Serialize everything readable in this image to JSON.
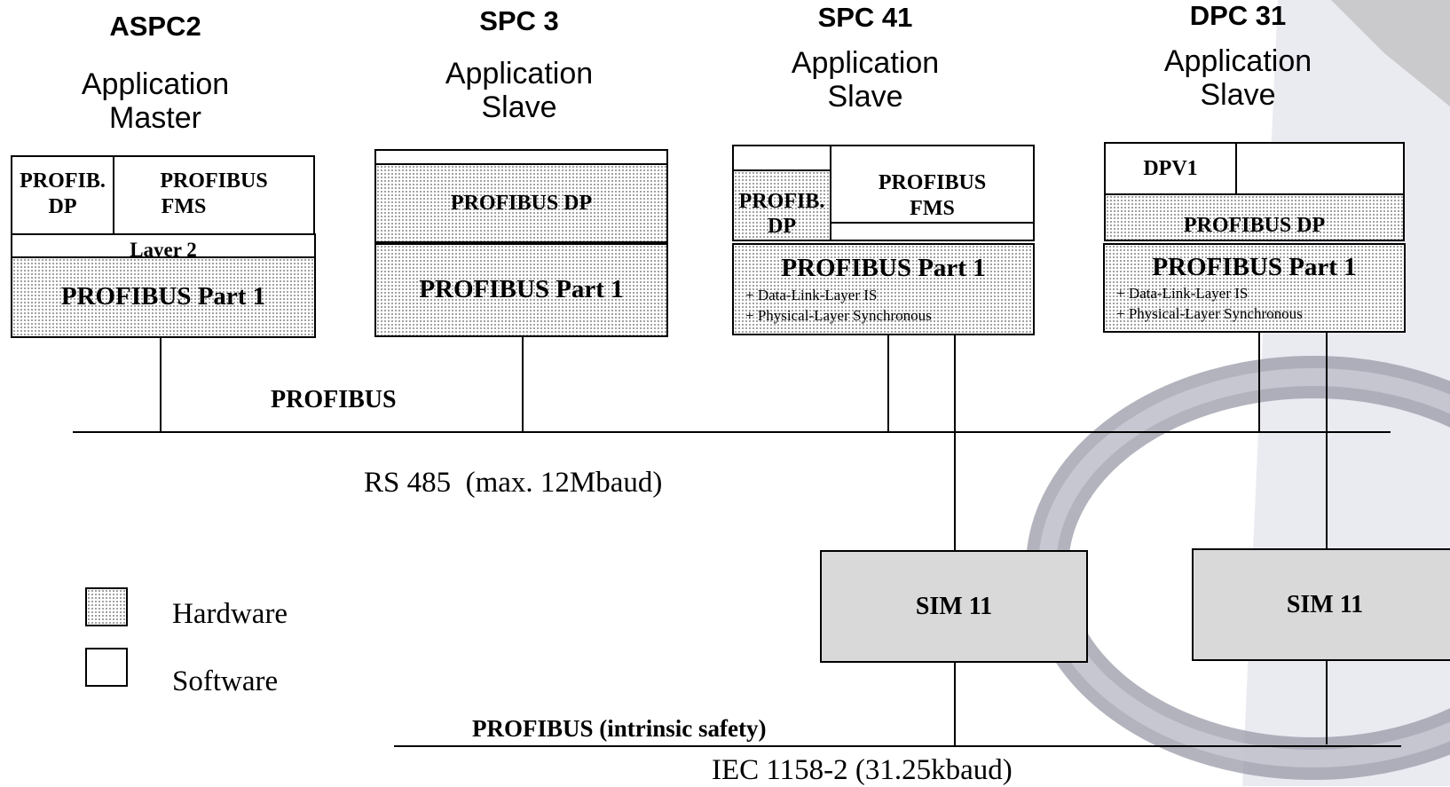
{
  "chips": [
    {
      "name": "ASPC2",
      "role_line1": "Application",
      "role_line2": "Master"
    },
    {
      "name": "SPC 3",
      "role_line1": "Application",
      "role_line2": "Slave"
    },
    {
      "name": "SPC 41",
      "role_line1": "Application",
      "role_line2": "Slave"
    },
    {
      "name": "DPC 31",
      "role_line1": "Application",
      "role_line2": "Slave"
    }
  ],
  "aspc2": {
    "dp_line1": "PROFIB.",
    "dp_line2": "DP",
    "fms_line1": "PROFIBUS",
    "fms_line2": "FMS",
    "layer2": "Layer 2",
    "part1": "PROFIBUS Part 1"
  },
  "spc3": {
    "dp": "PROFIBUS DP",
    "part1": "PROFIBUS Part 1"
  },
  "spc41": {
    "dp_line1": "PROFIB.",
    "dp_line2": "DP",
    "fms_line1": "PROFIBUS",
    "fms_line2": "FMS",
    "part1": "PROFIBUS Part 1",
    "note1": "+ Data-Link-Layer IS",
    "note2": "+ Physical-Layer Synchronous"
  },
  "dpc31": {
    "dpv1": "DPV1",
    "dp": "PROFIBUS DP",
    "part1": "PROFIBUS Part 1",
    "note1": "+ Data-Link-Layer IS",
    "note2": "+ Physical-Layer Synchronous"
  },
  "bus": {
    "profibus_label": "PROFIBUS",
    "rs485_label": "RS 485  (max. 12Mbaud)",
    "is_label": "PROFIBUS (intrinsic safety)",
    "iec_label": "IEC 1158-2 (31.25kbaud)"
  },
  "sim": [
    "SIM 11",
    "SIM 11"
  ],
  "legend": {
    "hardware": "Hardware",
    "software": "Software"
  }
}
